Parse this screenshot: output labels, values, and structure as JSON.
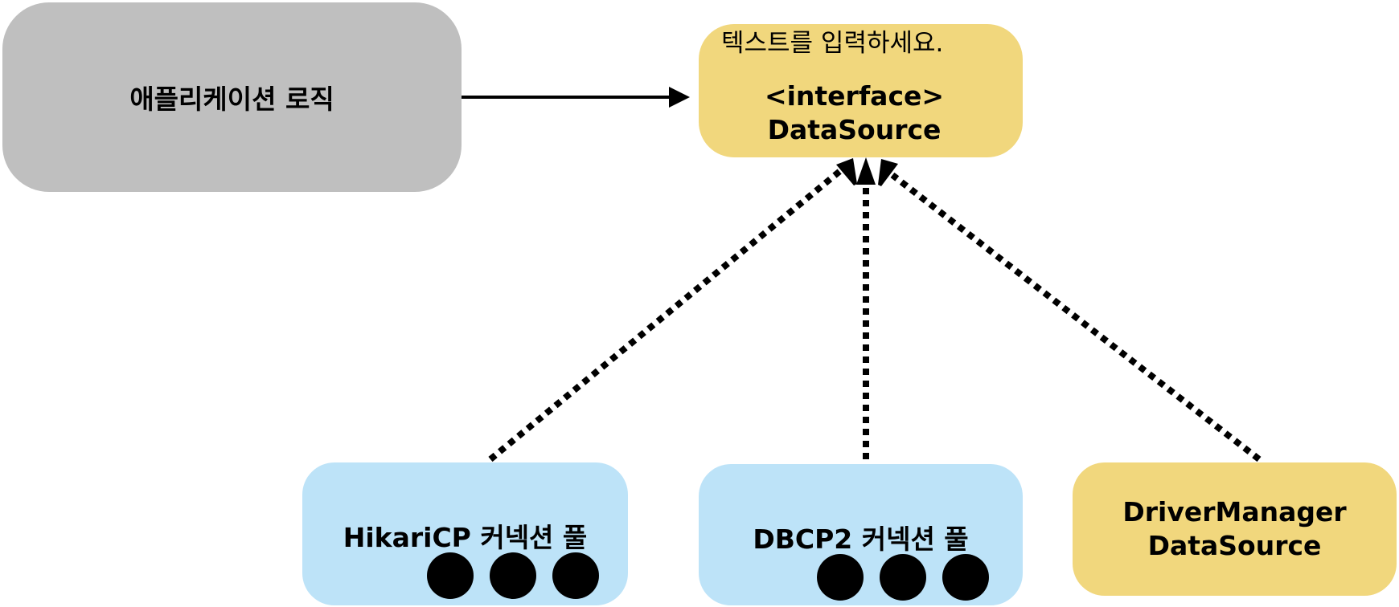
{
  "application": {
    "label": "애플리케이션 로직"
  },
  "datasource": {
    "placeholder": "텍스트를 입력하세요.",
    "lines": [
      "<interface>",
      "DataSource"
    ]
  },
  "hikari": {
    "label": "HikariCP 커넥션 풀"
  },
  "dbcp": {
    "label": "DBCP2 커넥션 풀"
  },
  "driver": {
    "lines": [
      "DriverManager",
      "DataSource"
    ]
  },
  "colors": {
    "application_fill": "#bfbfbf",
    "interface_fill": "#f1d77d",
    "pool_fill": "#bde3f8",
    "line": "#000000"
  }
}
